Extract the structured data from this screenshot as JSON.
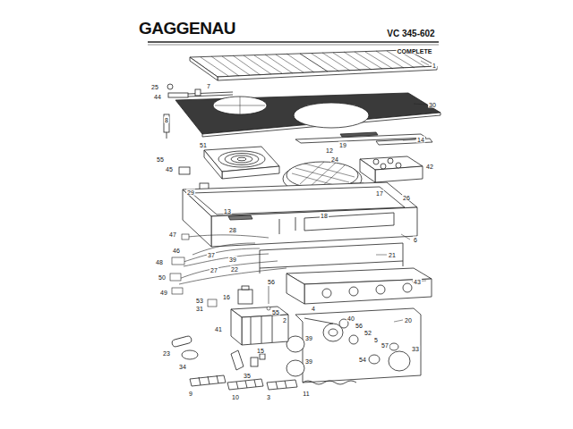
{
  "diagram": {
    "labels": [
      "GAGGENAU",
      "VC 345-602",
      "COMPLETE",
      "1",
      "25",
      "7",
      "44",
      "30",
      "8",
      "12",
      "19",
      "14",
      "24",
      "51",
      "42",
      "55",
      "45",
      "17",
      "29",
      "26",
      "13",
      "18",
      "28",
      "6",
      "47",
      "46",
      "37",
      "39",
      "27",
      "48",
      "22",
      "21",
      "50",
      "49",
      "43",
      "56",
      "16",
      "53",
      "31",
      "55",
      "2",
      "4",
      "40",
      "20",
      "41",
      "39",
      "56",
      "52",
      "5",
      "57",
      "33",
      "23",
      "34",
      "39",
      "54",
      "35",
      "15",
      "9",
      "10",
      "3",
      "11"
    ]
  }
}
